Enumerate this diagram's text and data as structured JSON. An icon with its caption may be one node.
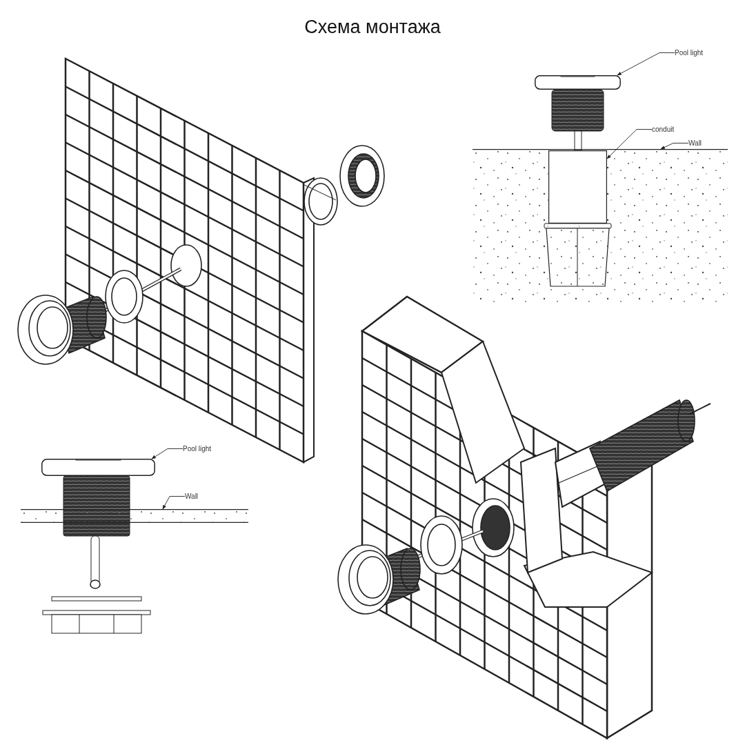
{
  "diagram": {
    "title": "Схема монтажа",
    "nodes": [
      {
        "text": [
          "Pool light"
        ]
      },
      {
        "text": [],
        "shape": "picture"
      },
      {
        "text": [
          "conduit"
        ]
      },
      {
        "text": [],
        "shape": "box",
        "in": 5
      },
      {
        "text": [
          "Wall"
        ]
      },
      {
        "text": [],
        "shape": "picture"
      },
      {
        "text": [
          "Pool light"
        ]
      },
      {
        "text": [],
        "shape": "picture"
      },
      {
        "text": [
          "Wall"
        ]
      },
      {
        "text": [],
        "shape": "picture"
      }
    ],
    "edges": [
      {
        "from": 0,
        "to": 1,
        "arrow": "to"
      },
      {
        "from": 2,
        "to": 3,
        "arrow": "to"
      },
      {
        "from": 4,
        "to": 5,
        "arrow": "to"
      },
      {
        "from": 6,
        "to": 7,
        "arrow": "to"
      },
      {
        "from": 8,
        "to": 9,
        "arrow": "to"
      }
    ]
  }
}
